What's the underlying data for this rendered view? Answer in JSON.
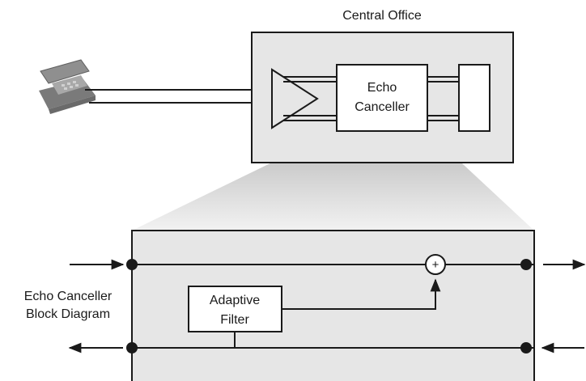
{
  "central_office": {
    "title": "Central Office",
    "echo_canceller_line1": "Echo",
    "echo_canceller_line2": "Canceller"
  },
  "block_diagram": {
    "caption_line1": "Echo Canceller",
    "caption_line2": "Block Diagram",
    "filter_line1": "Adaptive",
    "filter_line2": "Filter",
    "summer_symbol": "+"
  },
  "colors": {
    "box_fill": "#e6e6e6",
    "stroke": "#1a1a1a",
    "phone": "#8c8c8c"
  }
}
